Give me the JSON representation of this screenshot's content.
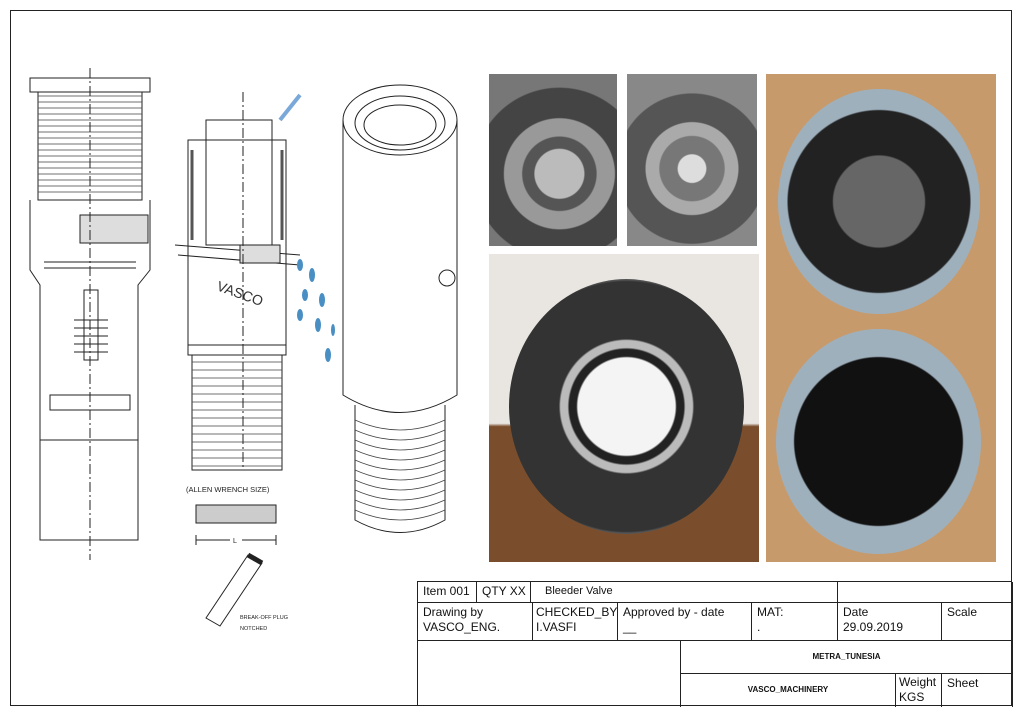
{
  "drawing": {
    "brand_text": "VASCO",
    "allen_label": "(ALLEN WRENCH SIZE)",
    "length_label": "L",
    "plug_label_1": "BREAK-OFF PLUG",
    "plug_label_2": "NOTCHED"
  },
  "title_block": {
    "item": "Item 001",
    "qty": "QTY XX",
    "title": "Bleeder Valve",
    "drawing_by_label": "Drawing  by",
    "drawing_by": "VASCO_ENG.",
    "checked_label": "CHECKED_BY",
    "checked": "I.VASFI",
    "approved_label": "Approved by - date",
    "approved": "__",
    "mat_label": "MAT:",
    "mat": ".",
    "date_label": "Date",
    "date": "29.09.2019",
    "scale_label": "Scale",
    "company": "METRA_TUNESIA",
    "maker": "VASCO_MACHINERY",
    "weight_label": "Weight",
    "weight_unit": "KGS",
    "sheet_label": "Sheet"
  }
}
